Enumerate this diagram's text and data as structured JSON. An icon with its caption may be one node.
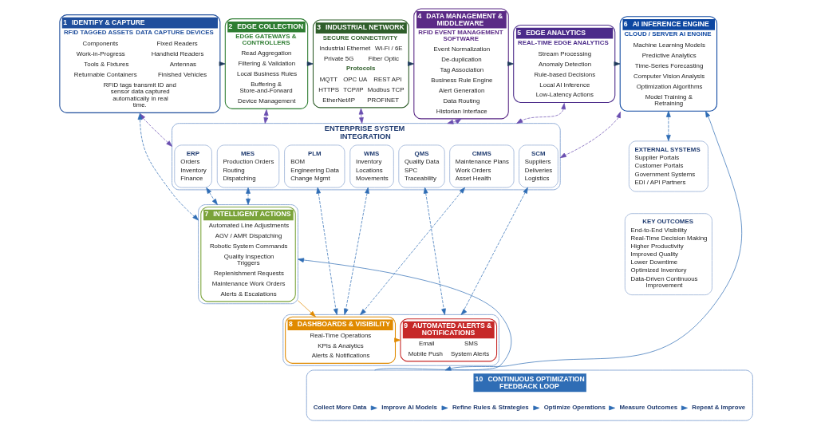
{
  "diagram": {
    "nodes": [
      {
        "text": [
          "1",
          "IDENTIFY & CAPTURE",
          "RFID TAGGED ASSETS",
          "Components",
          "Work-in-Progress",
          "Tools & Fixtures",
          "Returnable Containers",
          "Finished Vehicles",
          "DATA CAPTURE DEVICES",
          "Fixed Readers",
          "Handheld Readers",
          "Antennas",
          "RFID tags transmit ID and sensor data captured automatically in real time."
        ]
      },
      {
        "text": [
          "2",
          "EDGE COLLECTION",
          "EDGE GATEWAYS & CONTROLLERS",
          "Read Aggregation",
          "Filtering & Validation",
          "Local Business Rules",
          "Buffering & Store-and-Forward",
          "Device Management"
        ]
      },
      {
        "text": [
          "3",
          "INDUSTRIAL NETWORK",
          "SECURE CONNECTIVITY",
          "Industrial Ethernet",
          "Wi-Fi / 6E",
          "Private 5G",
          "Fiber Optic",
          "Protocols",
          "MQTT",
          "OPC UA",
          "REST API",
          "HTTPS",
          "TCP/IP",
          "Modbus TCP",
          "EtherNet/IP",
          "PROFINET"
        ]
      },
      {
        "text": [
          "4",
          "DATA MANAGEMENT & MIDDLEWARE",
          "RFID EVENT MANAGEMENT SOFTWARE",
          "Event Normalization",
          "De-duplication",
          "Tag Association",
          "Business Rule Engine",
          "Alert Generation",
          "Data Routing",
          "Historian Interface"
        ]
      },
      {
        "text": [
          "5",
          "EDGE ANALYTICS",
          "REAL-TIME EDGE ANALYTICS",
          "Stream Processing",
          "Anomaly Detection",
          "Rule-based Decisions",
          "Local AI Inference",
          "Low-Latency Actions"
        ]
      },
      {
        "text": [
          "6",
          "AI INFERENCE ENGINE",
          "CLOUD / SERVER AI ENGINE",
          "Machine Learning Models",
          "Predictive Analytics",
          "Time-Series Forecasting",
          "Computer Vision Analysis",
          "Optimization Algorithms",
          "Model Training & Retraining"
        ]
      },
      {
        "text": [
          "ENTERPRISE SYSTEM INTEGRATION"
        ]
      },
      {
        "text": [
          "ERP",
          "Orders",
          "Inventory",
          "Finance"
        ],
        "in": 6
      },
      {
        "text": [
          "MES",
          "Production Orders",
          "Routing",
          "Dispatching"
        ],
        "in": 6
      },
      {
        "text": [
          "WMS",
          "Inventory",
          "Locations",
          "Movements"
        ],
        "in": 6
      },
      {
        "text": [
          "QMS",
          "Quality Data",
          "SPC",
          "Traceability"
        ],
        "in": 6
      },
      {
        "text": [
          "CMMS",
          "Maintenance Plans",
          "Work Orders",
          "Asset Health"
        ],
        "in": 6
      },
      {
        "text": [
          "SCM",
          "Suppliers",
          "Deliveries",
          "Logistics"
        ],
        "in": 6
      },
      {
        "text": [
          "PLM",
          "BOM",
          "Engineering Data",
          "Change Mgmt"
        ],
        "in": 6
      },
      {
        "text": [
          "EXTERNAL SYSTEMS",
          "Supplier Portals",
          "Customer Portals",
          "Government Systems",
          "EDI / API Partners"
        ]
      },
      {
        "text": [],
        "shape": "box"
      },
      {
        "text": [
          "7",
          "INTELLIGENT ACTIONS",
          "Automated Line Adjustments",
          "AGV / AMR Dispatching",
          "Robotic System Commands",
          "Quality Inspection Triggers",
          "Replenishment Requests",
          "Maintenance Work Orders",
          "Alerts & Escalations"
        ],
        "in": 15
      },
      {
        "text": [],
        "shape": "box"
      },
      {
        "text": [
          "8",
          "DASHBOARDS & VISIBILITY",
          "Real-Time Operations",
          "KPIs & Analytics",
          "Alerts & Notifications"
        ],
        "in": 17
      },
      {
        "text": [
          "9",
          "AUTOMATED ALERTS & NOTIFICATIONS",
          "Email",
          "SMS",
          "Mobile Push",
          "System Alerts"
        ],
        "in": 17
      },
      {
        "text": [
          "KEY OUTCOMES",
          "End-to-End Visibility",
          "Real-Time Decision Making",
          "Higher Productivity",
          "Improved Quality",
          "Lower Downtime",
          "Optimized Inventory",
          "Data-Driven Continuous Improvement"
        ]
      },
      {
        "text": [
          "10",
          "CONTINUOUS OPTIMIZATION FEEDBACK LOOP"
        ]
      },
      {
        "text": [
          "Collect More Data"
        ],
        "in": 21
      },
      {
        "text": [
          "Improve AI Models"
        ],
        "in": 21
      },
      {
        "text": [
          "Refine Rules & Strategies"
        ],
        "in": 21
      },
      {
        "text": [
          "Optimize Operations"
        ],
        "in": 21
      },
      {
        "text": [
          "Measure Outcomes"
        ],
        "in": 21
      },
      {
        "text": [
          "Repeat & Improve"
        ],
        "in": 21
      }
    ],
    "edges": [
      {
        "from": 0,
        "to": 1,
        "arrow": "to"
      },
      {
        "from": 1,
        "to": 2,
        "arrow": "to"
      },
      {
        "from": 2,
        "to": 3,
        "arrow": "to"
      },
      {
        "from": 3,
        "to": 4,
        "arrow": "to"
      },
      {
        "from": 4,
        "to": 5,
        "arrow": "to"
      },
      {
        "from": 0,
        "to": 6,
        "arrow": "both",
        "style": "dashed",
        "color": "#6a4fb0"
      },
      {
        "from": 1,
        "to": 6,
        "arrow": "both",
        "style": "dashed",
        "color": "#6a4fb0"
      },
      {
        "from": 2,
        "to": 6,
        "arrow": "both",
        "style": "dashed",
        "color": "#6a4fb0"
      },
      {
        "from": 3,
        "to": 6,
        "arrow": "both",
        "style": "dashed",
        "color": "#6a4fb0"
      },
      {
        "from": 4,
        "to": 6,
        "arrow": "both",
        "style": "dashed",
        "color": "#6a4fb0"
      },
      {
        "from": 5,
        "to": 6,
        "arrow": "both",
        "style": "dashed",
        "color": "#6a4fb0"
      },
      {
        "from": 5,
        "to": 14,
        "arrow": "both",
        "style": "dashed",
        "color": "#2f6db5"
      },
      {
        "from": 0,
        "to": 15,
        "arrow": "both",
        "style": "dashed",
        "color": "#2f6db5"
      },
      {
        "from": 7,
        "to": 15,
        "arrow": "both",
        "style": "dashed",
        "color": "#2f6db5"
      },
      {
        "from": 8,
        "to": 15,
        "arrow": "both",
        "style": "dashed",
        "color": "#2f6db5"
      },
      {
        "from": 9,
        "to": 17,
        "arrow": "both",
        "style": "dashed",
        "color": "#2f6db5"
      },
      {
        "from": 10,
        "to": 17,
        "arrow": "both",
        "style": "dashed",
        "color": "#2f6db5"
      },
      {
        "from": 11,
        "to": 17,
        "arrow": "both",
        "style": "dashed",
        "color": "#2f6db5"
      },
      {
        "from": 12,
        "to": 17,
        "arrow": "both",
        "style": "dashed",
        "color": "#2f6db5"
      },
      {
        "from": 13,
        "to": 17,
        "arrow": "both",
        "style": "dashed",
        "color": "#2f6db5"
      },
      {
        "from": 15,
        "to": 18,
        "arrow": "to",
        "color": "#e08a00"
      },
      {
        "from": 18,
        "to": 19,
        "arrow": "to",
        "color": "#e08a00"
      },
      {
        "from": 21,
        "to": 15,
        "arrow": "to",
        "color": "#2f6db5"
      },
      {
        "from": 21,
        "to": 5,
        "arrow": "both",
        "color": "#2f6db5"
      },
      {
        "from": 22,
        "to": 23,
        "arrow": "to",
        "color": "#2f6db5"
      },
      {
        "from": 23,
        "to": 24,
        "arrow": "to",
        "color": "#2f6db5"
      },
      {
        "from": 24,
        "to": 25,
        "arrow": "to",
        "color": "#2f6db5"
      },
      {
        "from": 25,
        "to": 26,
        "arrow": "to",
        "color": "#2f6db5"
      },
      {
        "from": 26,
        "to": 27,
        "arrow": "to",
        "color": "#2f6db5"
      }
    ]
  }
}
